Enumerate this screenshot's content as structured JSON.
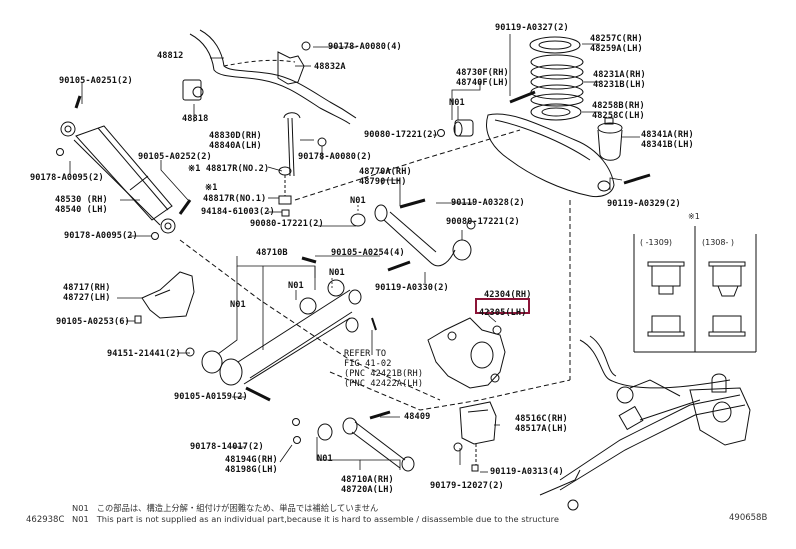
{
  "diagram": {
    "type": "exploded-parts-diagram",
    "subject": "Rear suspension (stabilizer, shock absorber, coil spring, control arms, knuckle)",
    "highlight_color": "#8b1538",
    "line_color": "#111111",
    "labels": {
      "p48812": "48812",
      "p48818": "48818",
      "p90178_A0080_4": "90178-A0080(4)",
      "p48832A": "48832A",
      "p90105_A0251": "90105-A0251(2)",
      "p48830D": "48830D(RH)",
      "p48840A": "48840A(LH)",
      "p90178_A0080_2": "90178-A0080(2)",
      "p90178_A0095_top": "90178-A0095(2)",
      "p90105_A0252": "90105-A0252(2)",
      "p48817R_no2": "※1 48817R(NO.2)",
      "p48817R_mark": "※1",
      "p48817R_no1": "48817R(NO.1)",
      "p94184_61003": "94184-61003(2)",
      "p48530": "48530 (RH)",
      "p48540": "48540 (LH)",
      "p90178_A0095_bot": "90178-A0095(2)",
      "p90080_17221_a": "90080-17221(2)",
      "p90080_17221_b": "90080-17221(2)",
      "p90080_17221_c": "90080-17221(2)",
      "p90119_A0327": "90119-A0327(2)",
      "p48257C": "48257C(RH)",
      "p48259A": "48259A(LH)",
      "p48730F": "48730F(RH)",
      "p48740F": "48740F(LH)",
      "p48231A": "48231A(RH)",
      "p48231B": "48231B(LH)",
      "p48258B": "48258B(RH)",
      "p48258C": "48258C(LH)",
      "p48341A": "48341A(RH)",
      "p48341B": "48341B(LH)",
      "p90119_A0329": "90119-A0329(2)",
      "p48770A": "48770A(RH)",
      "p48790": "48790(LH)",
      "p90119_A0328": "90119-A0328(2)",
      "p48710B": "48710B",
      "p90105_A0254": "90105-A0254(4)",
      "p90119_A0330": "90119-A0330(2)",
      "p48717": "48717(RH)",
      "p48727": "48727(LH)",
      "p90105_A0253": "90105-A0253(6)",
      "p94151_21441": "94151-21441(2)",
      "p90105_A0159": "90105-A0159(2)",
      "p42304": "42304(RH)",
      "p42305": "42305(LH)",
      "refer_1": "REFER TO",
      "refer_2": "FIG 41-02",
      "refer_3": "(PNC 42421B(RH)",
      "refer_4": "(PNC 42422A(LH)",
      "p48409": "48409",
      "p48516C": "48516C(RH)",
      "p48517A": "48517A(LH)",
      "p90178_14017": "90178-14017(2)",
      "p48194G": "48194G(RH)",
      "p48198G": "48198G(LH)",
      "p48710A": "48710A(RH)",
      "p48720A": "48720A(LH)",
      "p90179_12027": "90179-12027(2)",
      "p90119_A0313": "90119-A0313(4)",
      "n01": "N01"
    },
    "highlighted_part": "42305(LH)",
    "inset": {
      "marker": "※1",
      "col1_header": "(    -1309)",
      "col2_header": "(1308-    )"
    },
    "notes": [
      {
        "code": "N01",
        "text": "この部品は、構造上分解・組付けが困難なため、単品では補給していません"
      },
      {
        "code": "N01",
        "text": "This part is not supplied as an individual part,because it is hard to assemble / disassemble due to the structure"
      }
    ],
    "figure_id_left": "462938C",
    "figure_id_right": "490658B"
  }
}
